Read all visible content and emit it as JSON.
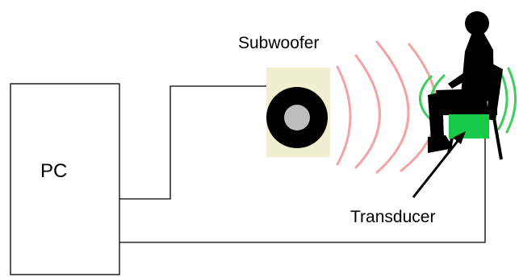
{
  "labels": {
    "pc": "PC",
    "subwoofer": "Subwoofer",
    "transducer": "Transducer"
  },
  "colors": {
    "background": "#ffffff",
    "line": "#000000",
    "speaker_cabinet": "#f1efd2",
    "speaker_cone_outer": "#000000",
    "speaker_cone_inner": "#bdbdbd",
    "sound_waves": "#f3a3a3",
    "vibration_waves": "#3fce5d",
    "transducer": "#19c94a",
    "person": "#000000"
  },
  "icons": {
    "person": "seated-person-silhouette",
    "speaker": "subwoofer-speaker",
    "waves": "sound-wave-arcs"
  }
}
